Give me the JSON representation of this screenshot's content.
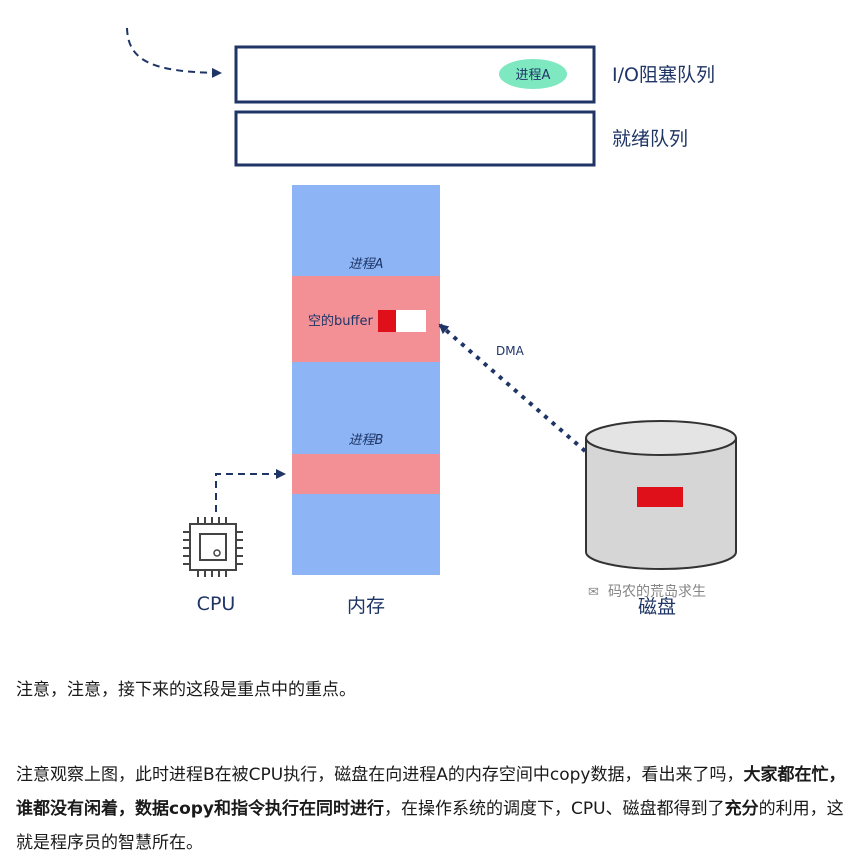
{
  "diagram": {
    "io_queue_label": "I/O阻塞队列",
    "ready_queue_label": "就绪队列",
    "process_a_badge": "进程A",
    "process_a_label": "进程A",
    "empty_buffer_label": "空的buffer",
    "process_b_label": "进程B",
    "dma_label": "DMA",
    "cpu_label": "CPU",
    "memory_label": "内存",
    "disk_label": "磁盘",
    "watermark": "码农的荒岛求生",
    "colors": {
      "queue_stroke": "#1f3566",
      "memory_fill": "#8db4f5",
      "process_region_fill": "#f39096",
      "data_block": "#e0101a",
      "badge_fill": "#7ee8c0",
      "arrow": "#1f3566",
      "disk_fill": "#d6d6d6"
    }
  },
  "article": {
    "p1": "注意，注意，接下来的这段是重点中的重点。",
    "p2_a": "注意观察上图，此时进程B在被CPU执行，磁盘在向进程A的内存空间中copy数据，看出来了吗，",
    "p2_b": "大家都在忙，谁都没有闲着，数据copy和指令执行在同时进行",
    "p2_c": "，在操作系统的调度下，CPU、磁盘都得到了",
    "p2_d": "充分",
    "p2_e": "的利用，这就是程序员的智慧所在。"
  }
}
